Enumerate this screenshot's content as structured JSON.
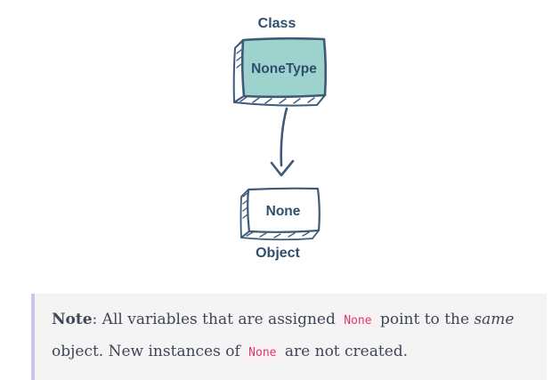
{
  "diagram": {
    "class_label": "Class",
    "class_box_text": "NoneType",
    "object_box_text": "None",
    "object_label": "Object",
    "arrow": "down-arrow",
    "colors": {
      "ink": "#3c5a7a",
      "text": "#2f4e6e",
      "class_box_fill": "#9ed3cd",
      "object_box_fill": "#ffffff"
    }
  },
  "note": {
    "label": "Note",
    "l1_pre": ": All variables that are assigned ",
    "l1_code": "None",
    "l1_mid": " point to the ",
    "l1_italic": "same",
    "l2_pre": "object. New instances of ",
    "l2_code": "None",
    "l2_post": " are not created.",
    "colors": {
      "background": "#f4f4f5",
      "border": "#cbc5ea",
      "text": "#3f4654",
      "code": "#d23d6d",
      "code_background": "#faf0f3"
    }
  }
}
